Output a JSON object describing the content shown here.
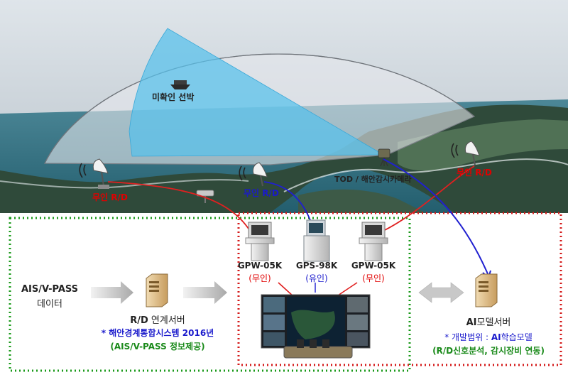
{
  "scene": {
    "unidentified_ship_label": "미확인 선박",
    "tod_label": "TOD / 해안감시카메라",
    "radar_left_label": "무인 R/D",
    "radar_mid_label": "무인 R/D",
    "radar_right_label": "무인 R/D"
  },
  "equipment": {
    "left": {
      "model": "GPW-05K",
      "type": "(무인)"
    },
    "center": {
      "model": "GPS-98K",
      "type": "(유인)"
    },
    "right": {
      "model": "GPW-05K",
      "type": "(무인)"
    }
  },
  "left_panel": {
    "source_line1": "AIS/V-PASS",
    "source_line2": "데이터",
    "server_title_prefix": "R/D",
    "server_title_suffix": " 연계서버",
    "server_note1": "* 해안경계통합시스템 2016년",
    "server_note2": "(AIS/V-PASS 정보제공)"
  },
  "right_panel": {
    "server_title_prefix": "AI",
    "server_title_suffix": "모델서버",
    "note1_prefix": "* 개발범위 : ",
    "note1_highlight": "AI",
    "note1_suffix": "학습모델",
    "note2": "(R/D신호분석, 감시장비 연동)"
  },
  "colors": {
    "sky": "#cfd6dc",
    "sea": "#2f6f82",
    "coverage_sector": "#5fc4ee",
    "range_arc": "#e4e6ea",
    "red_link": "#e02020",
    "blue_link": "#2020d0",
    "green_dotted": "#1a9a1a",
    "red_dotted": "#d41a1a"
  }
}
